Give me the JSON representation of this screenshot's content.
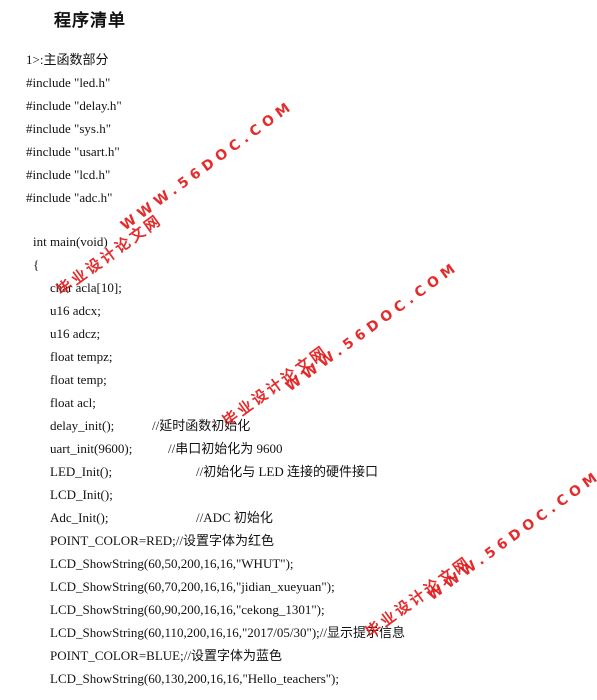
{
  "document": {
    "heading": "程序清单",
    "lines": [
      {
        "text": "1>:主函数部分"
      },
      {
        "text": "#include \"led.h\""
      },
      {
        "text": "#include \"delay.h\""
      },
      {
        "text": "#include \"sys.h\""
      },
      {
        "text": "#include \"usart.h\""
      },
      {
        "text": "#include \"lcd.h\""
      },
      {
        "text": "#include \"adc.h\""
      },
      {
        "text": "int main(void)"
      },
      {
        "text": "{"
      },
      {
        "text": "char acla[10];"
      },
      {
        "text": "u16 adcx;"
      },
      {
        "text": "u16 adcz;"
      },
      {
        "text": "float tempz;"
      },
      {
        "text": "float temp;"
      },
      {
        "text": "float acl;"
      },
      {
        "text": "delay_init();",
        "comment": "//延时函数初始化"
      },
      {
        "text": "uart_init(9600);",
        "comment": "//串口初始化为 9600"
      },
      {
        "text": "LED_Init();",
        "comment": "//初始化与 LED 连接的硬件接口"
      },
      {
        "text": "LCD_Init();"
      },
      {
        "text": "Adc_Init();",
        "comment": "//ADC 初始化"
      },
      {
        "text": "POINT_COLOR=RED;//设置字体为红色"
      },
      {
        "text": "LCD_ShowString(60,50,200,16,16,\"WHUT\");"
      },
      {
        "text": "LCD_ShowString(60,70,200,16,16,\"jidian_xueyuan\");"
      },
      {
        "text": "LCD_ShowString(60,90,200,16,16,\"cekong_1301\");"
      },
      {
        "text": "LCD_ShowString(60,110,200,16,16,\"2017/05/30\");//显示提示信息"
      },
      {
        "text": "POINT_COLOR=BLUE;//设置字体为蓝色"
      },
      {
        "text": "LCD_ShowString(60,130,200,16,16,\"Hello_teachers\");"
      }
    ]
  },
  "watermark": {
    "cn": "毕业设计论文网",
    "en": "WWW.56DOC.COM",
    "color": "#e21b1b"
  }
}
